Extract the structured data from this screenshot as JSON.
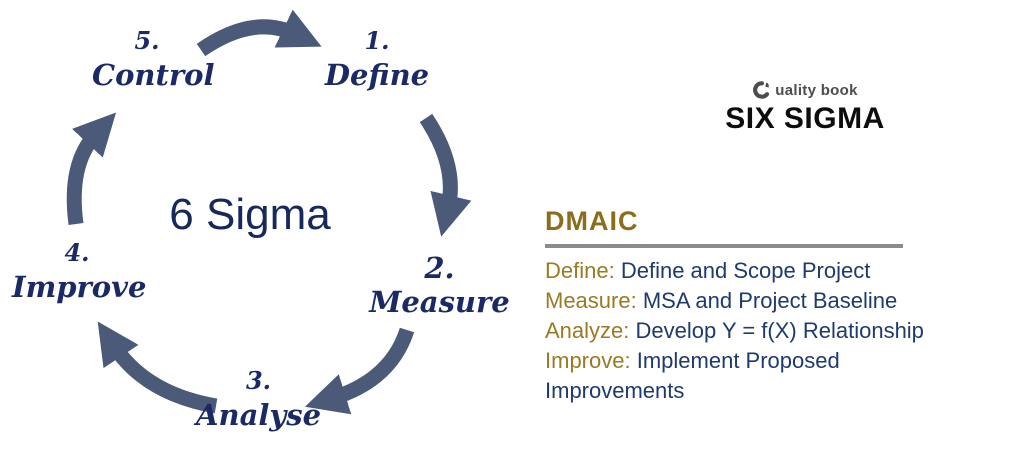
{
  "diagram": {
    "center_label": "6 Sigma",
    "steps": [
      {
        "number": "1.",
        "label": "Define"
      },
      {
        "number": "2.",
        "label": "Measure"
      },
      {
        "number": "3.",
        "label": "Analyse"
      },
      {
        "number": "4.",
        "label": "Improve"
      },
      {
        "number": "5.",
        "label": "Control"
      }
    ],
    "arrow_color": "#4a5a78",
    "step_text_color": "#1b2a66",
    "center_text_color": "#16285c"
  },
  "brand": {
    "logo_text": "uality book",
    "title": "SIX SIGMA",
    "logo_color": "#4d4d4d",
    "title_color": "#0d0d0d"
  },
  "dmaic": {
    "heading": "DMAIC",
    "accent_color": "#8c6d1b",
    "label_color": "#9a7a22",
    "body_color": "#1e3a6e",
    "items": [
      {
        "label": "Define:",
        "text": "Define and Scope Project"
      },
      {
        "label": "Measure:",
        "text": "MSA and Project Baseline"
      },
      {
        "label": "Analyze:",
        "text": "Develop Y = f(X) Relationship"
      },
      {
        "label": "Improve:",
        "text": "Implement Proposed Improvements"
      }
    ]
  }
}
